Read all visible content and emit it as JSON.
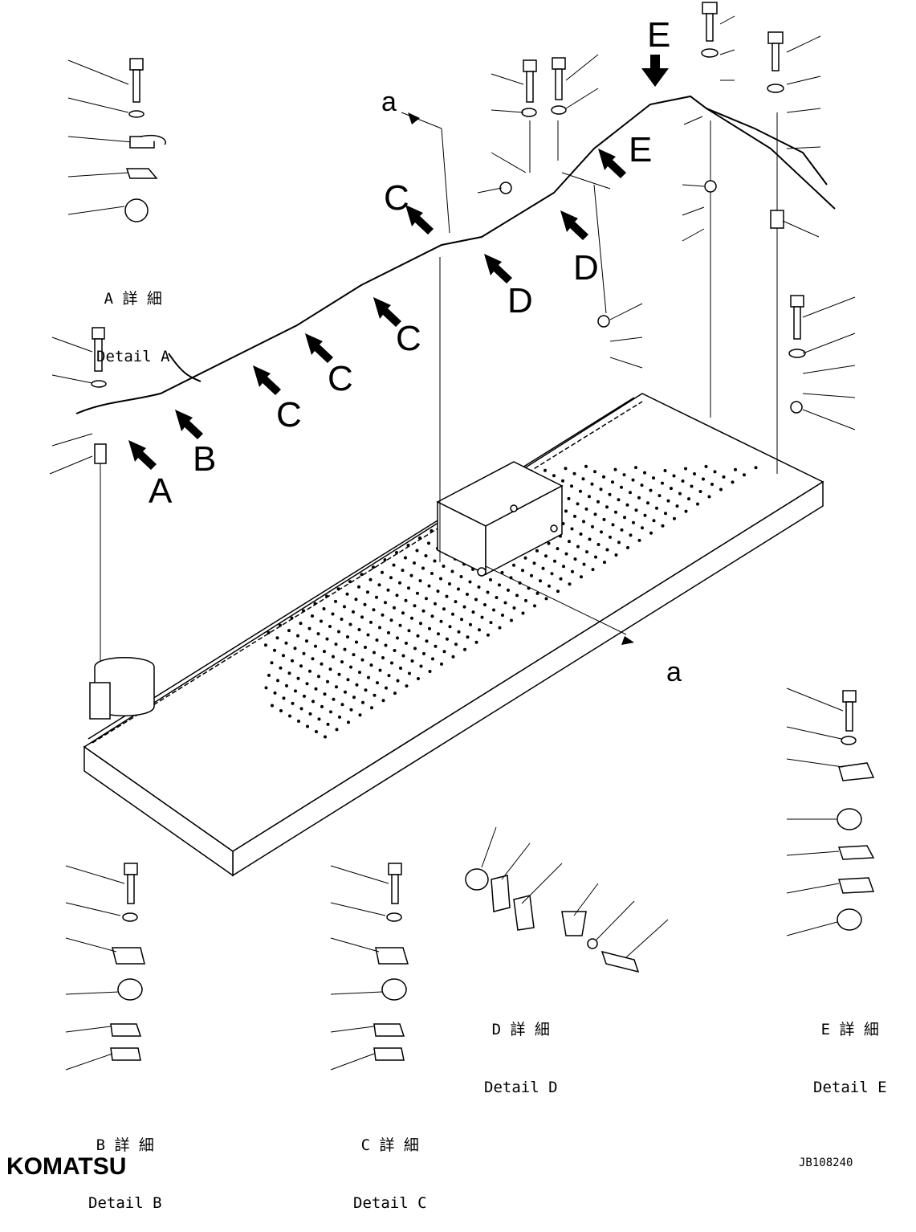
{
  "details": {
    "a": {
      "jp": "A 詳 細",
      "en": "Detail A"
    },
    "b": {
      "jp": "B 詳 細",
      "en": "Detail B"
    },
    "c": {
      "jp": "C 詳 細",
      "en": "Detail C"
    },
    "d": {
      "jp": "D 詳 細",
      "en": "Detail D"
    },
    "e": {
      "jp": "E 詳 細",
      "en": "Detail E"
    }
  },
  "callouts": {
    "A": "A",
    "B": "B",
    "C1": "C",
    "C2": "C",
    "C3": "C",
    "C4": "C",
    "D1": "D",
    "D2": "D",
    "E1": "E",
    "E2": "E",
    "a_top": "a",
    "a_bottom": "a"
  },
  "logo": "KOMATSU",
  "drawing_code": "JB108240"
}
